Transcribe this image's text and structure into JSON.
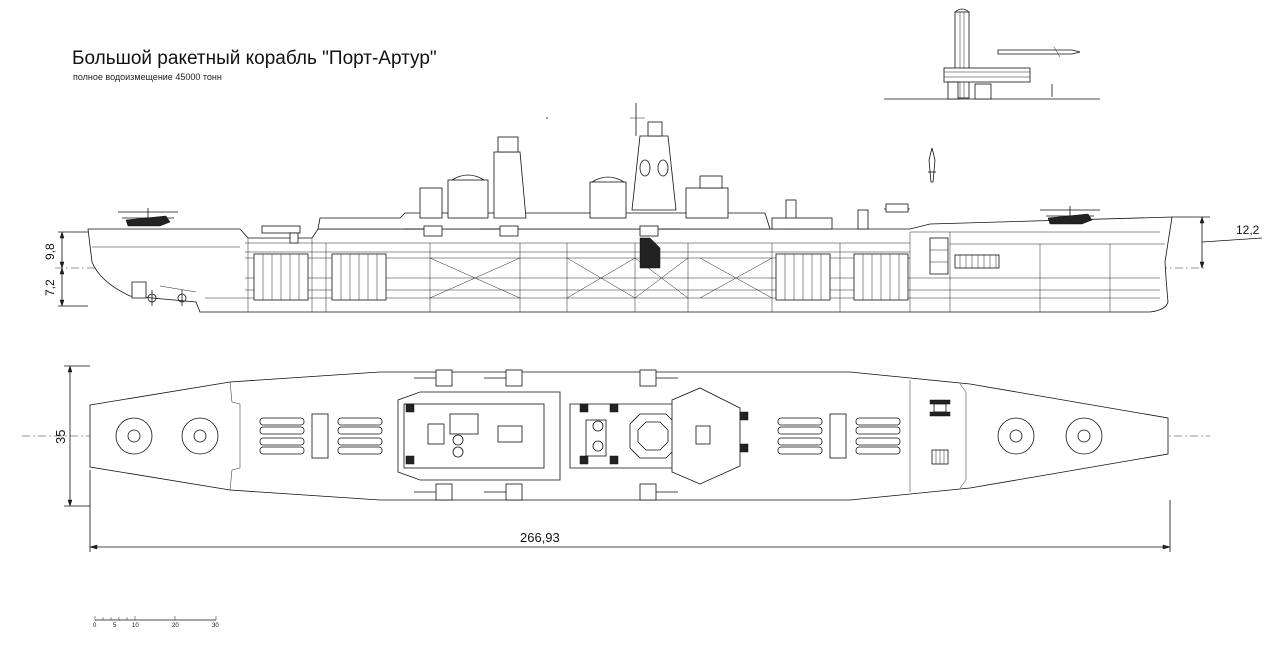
{
  "title": "Большой ракетный корабль \"Порт-Артур\"",
  "subtitle": "полное водоизмещение 45000 тонн",
  "dimensions": {
    "freeboard": "9,8",
    "draft": "7,2",
    "bow_height": "12,2",
    "beam": "35",
    "length": "266,93"
  },
  "scale_bar": {
    "ticks": [
      "0",
      "5",
      "10",
      "20",
      "30"
    ]
  }
}
